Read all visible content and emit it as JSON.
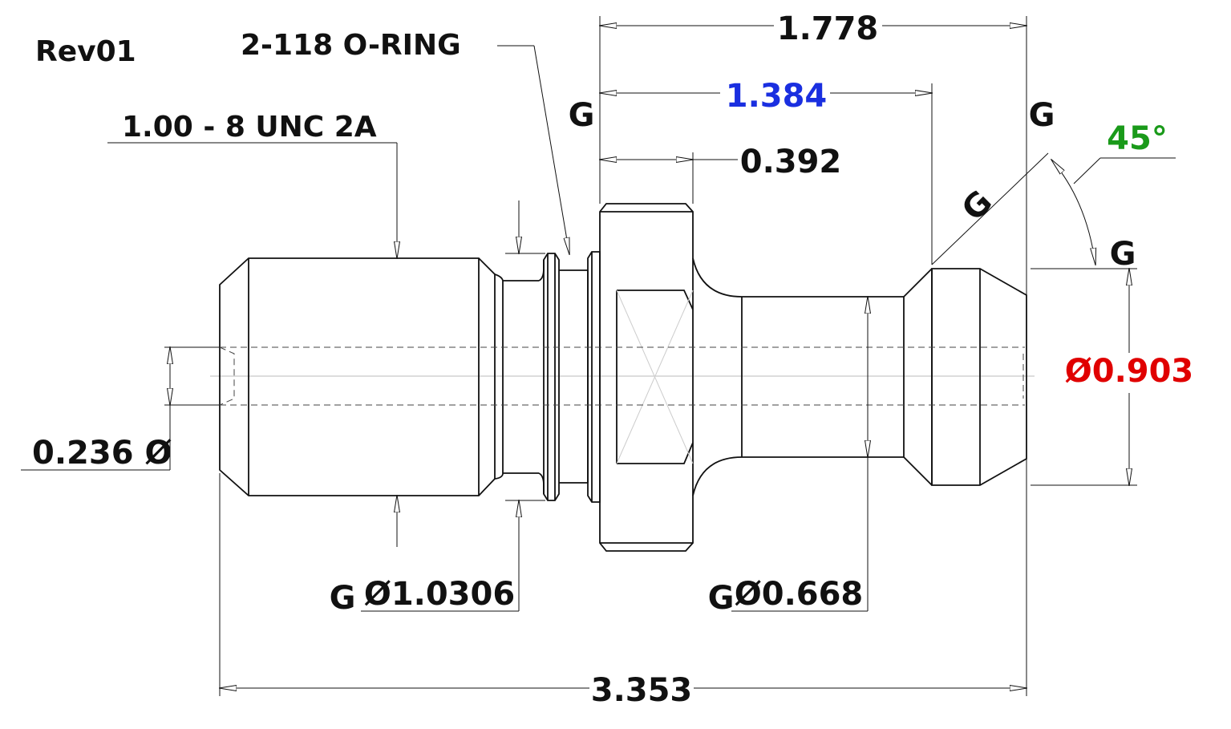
{
  "revision": "Rev01",
  "oring_note": "2-118 O-RING",
  "thread_note": "1.00 - 8 UNC 2A",
  "dims": {
    "overall_length": "3.353",
    "length_1778": "1.778",
    "length_1384": "1.384",
    "length_0392": "0.392",
    "hole_dia": "0.236 Ø",
    "groove_dia": "Ø1.0306",
    "neck_dia": "Ø0.668",
    "head_dia": "Ø0.903",
    "angle": "45°"
  },
  "gdt_marker": "G",
  "colors": {
    "blue": "#1a2fe0",
    "red": "#e00000",
    "green": "#1a9a1a",
    "ink": "#111111"
  }
}
